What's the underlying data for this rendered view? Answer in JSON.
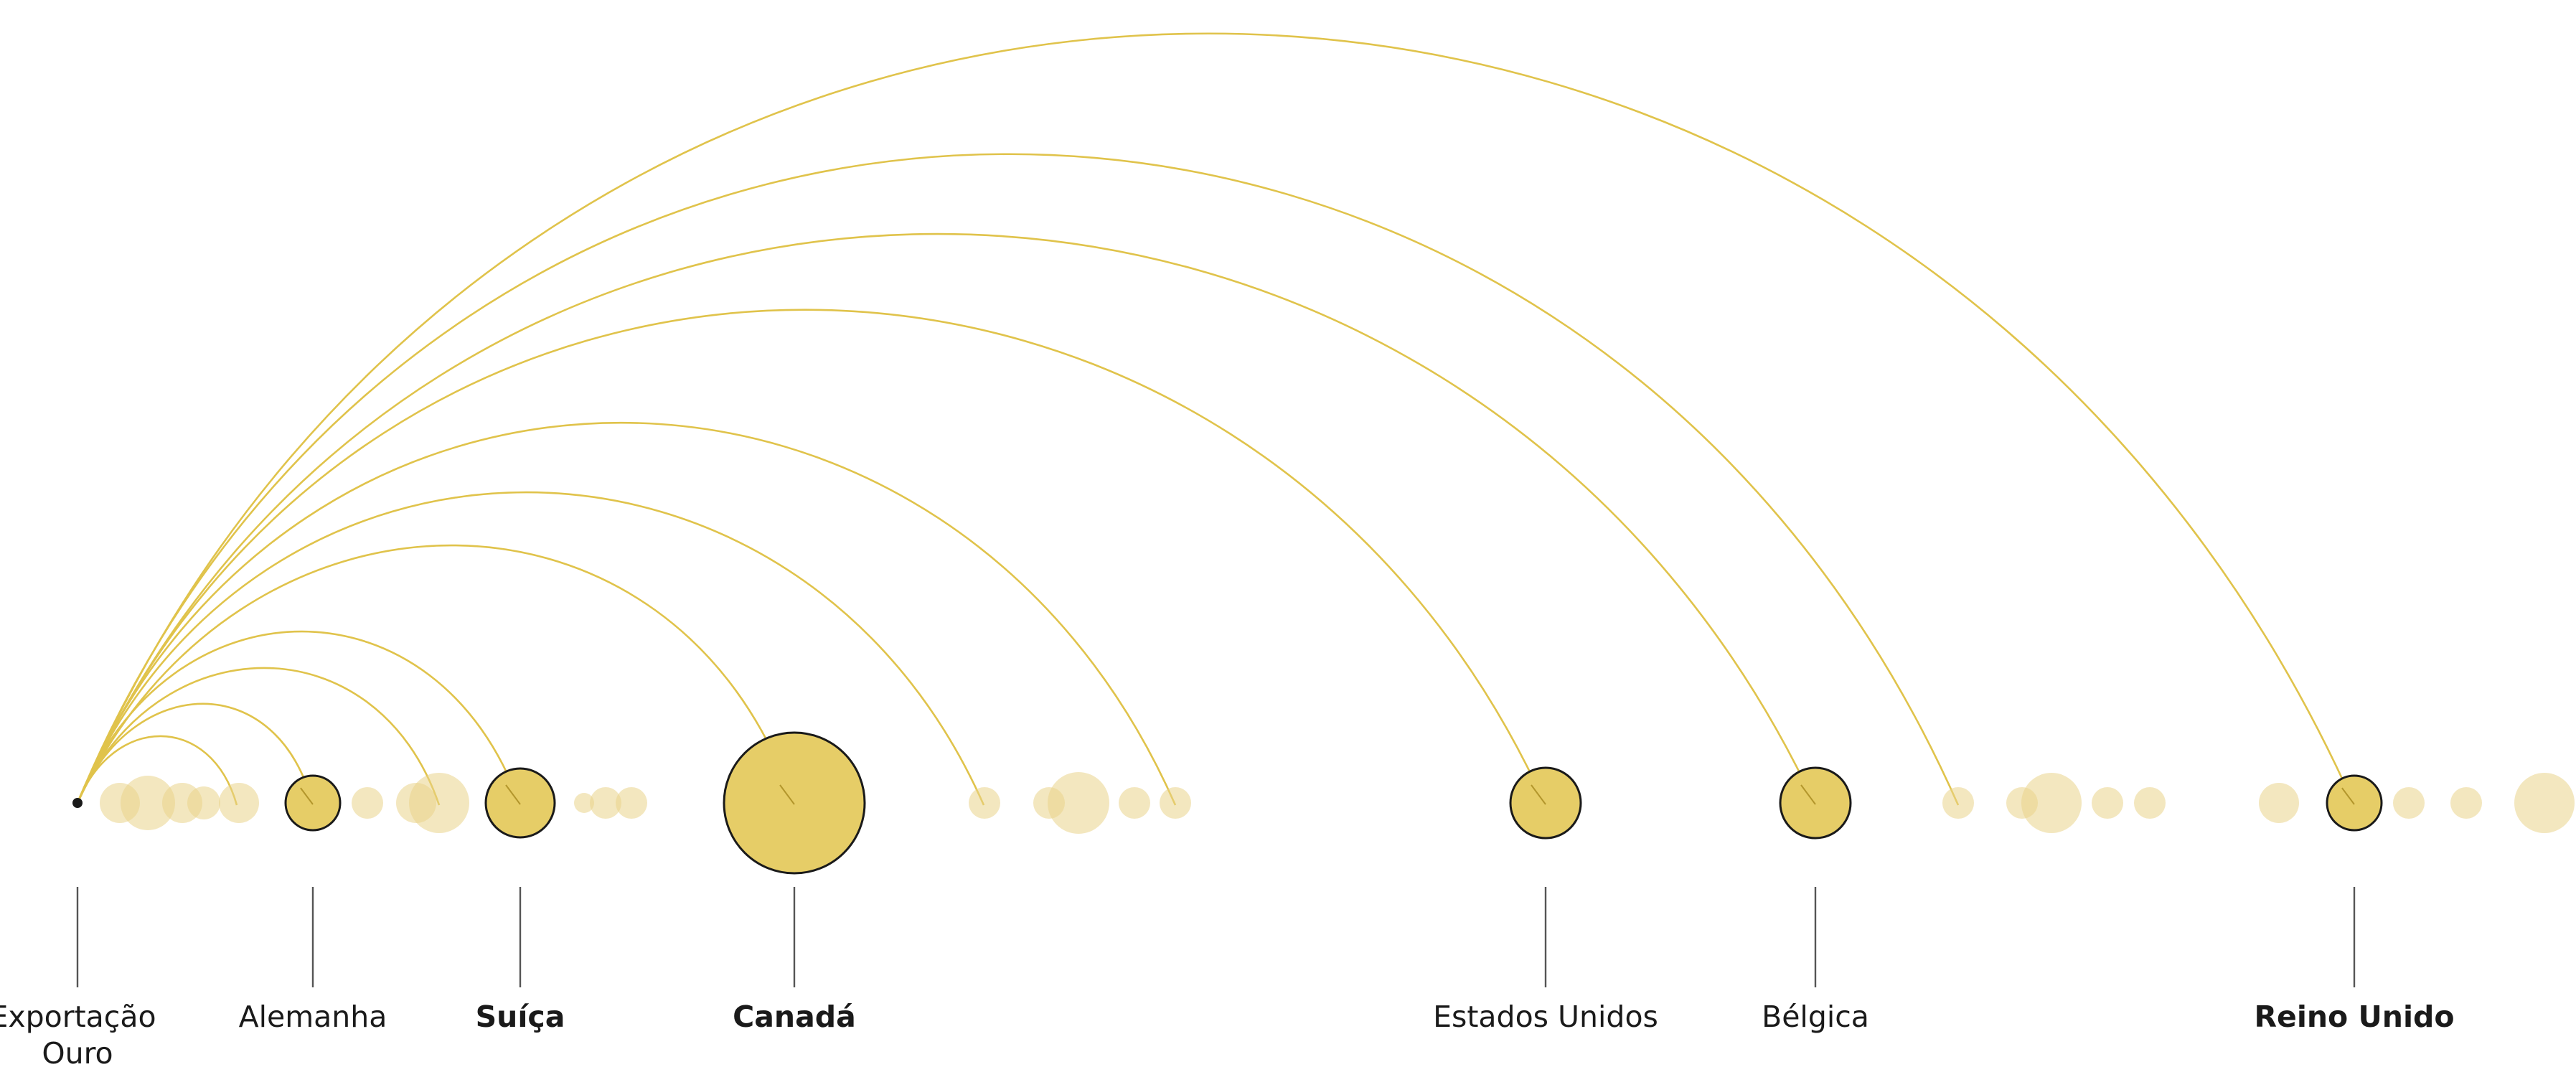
{
  "colors": {
    "arc": "#e0c34b",
    "bubble": "#e6cd67",
    "bubble_faded": "#e9d48a",
    "highlight_stroke": "#1a1a1a",
    "origin": "#1a1a1a",
    "leader": "#555555",
    "text": "#1a1a1a"
  },
  "origin": {
    "icon": "origin-dot",
    "label_lines": [
      "Exportação",
      "Ouro"
    ]
  },
  "destinations": [
    {
      "label": "Alemanha",
      "bold": false
    },
    {
      "label": "Suíça",
      "bold": true
    },
    {
      "label": "Canadá",
      "bold": true
    },
    {
      "label": "Estados Unidos",
      "bold": false
    },
    {
      "label": "Bélgica",
      "bold": false
    },
    {
      "label": "Reino Unido",
      "bold": true
    }
  ]
}
